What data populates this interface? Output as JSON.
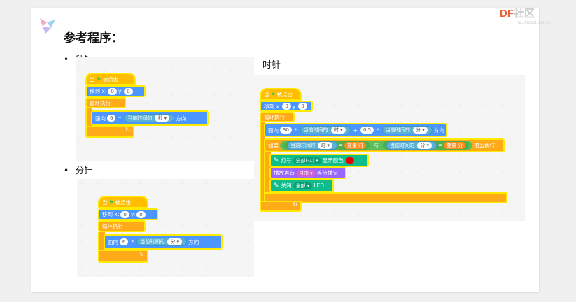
{
  "title": "参考程序：",
  "bullets": {
    "second": "秒针",
    "minute": "分针"
  },
  "hour_heading": "时针",
  "logo": {
    "df": "DF",
    "rest": "社区",
    "sub": "mc.dfrobot.com.cn"
  },
  "blocks": {
    "when_clicked": "当",
    "clicked": "被点击",
    "goto": "移到 x:",
    "y_label": "y:",
    "zero": "0",
    "forever": "循环执行",
    "point": "面向",
    "direction": "方向",
    "current_time": "当前时间的",
    "second": "秒 ▾",
    "minute": "分 ▾",
    "hour": "时 ▾",
    "six": "6",
    "thirty": "30",
    "half": "0.5",
    "mul": "*",
    "plus": "+",
    "eq": "=",
    "and": "与",
    "if": "如果",
    "then": "那么执行",
    "var_hour": "变量 时",
    "var_minute": "变量 分",
    "lamp": "灯号",
    "all_neg": "全部(-1) ▾",
    "show_color": "显示颜色",
    "play_sound": "播放声音",
    "free": "自由 ▾",
    "wait_done": "等待播完",
    "close": "关闭",
    "all": "全部 ▾",
    "led": "LED",
    "loop_arrow": "↻"
  },
  "colors": {
    "event": "#ffbf00",
    "motion": "#4c97ff",
    "control": "#ffab19",
    "highlight": "#ffea00",
    "looks": "#9966ff",
    "extension": "#0fbd8c",
    "operator": "#59c059",
    "variable": "#ff8c1a"
  }
}
